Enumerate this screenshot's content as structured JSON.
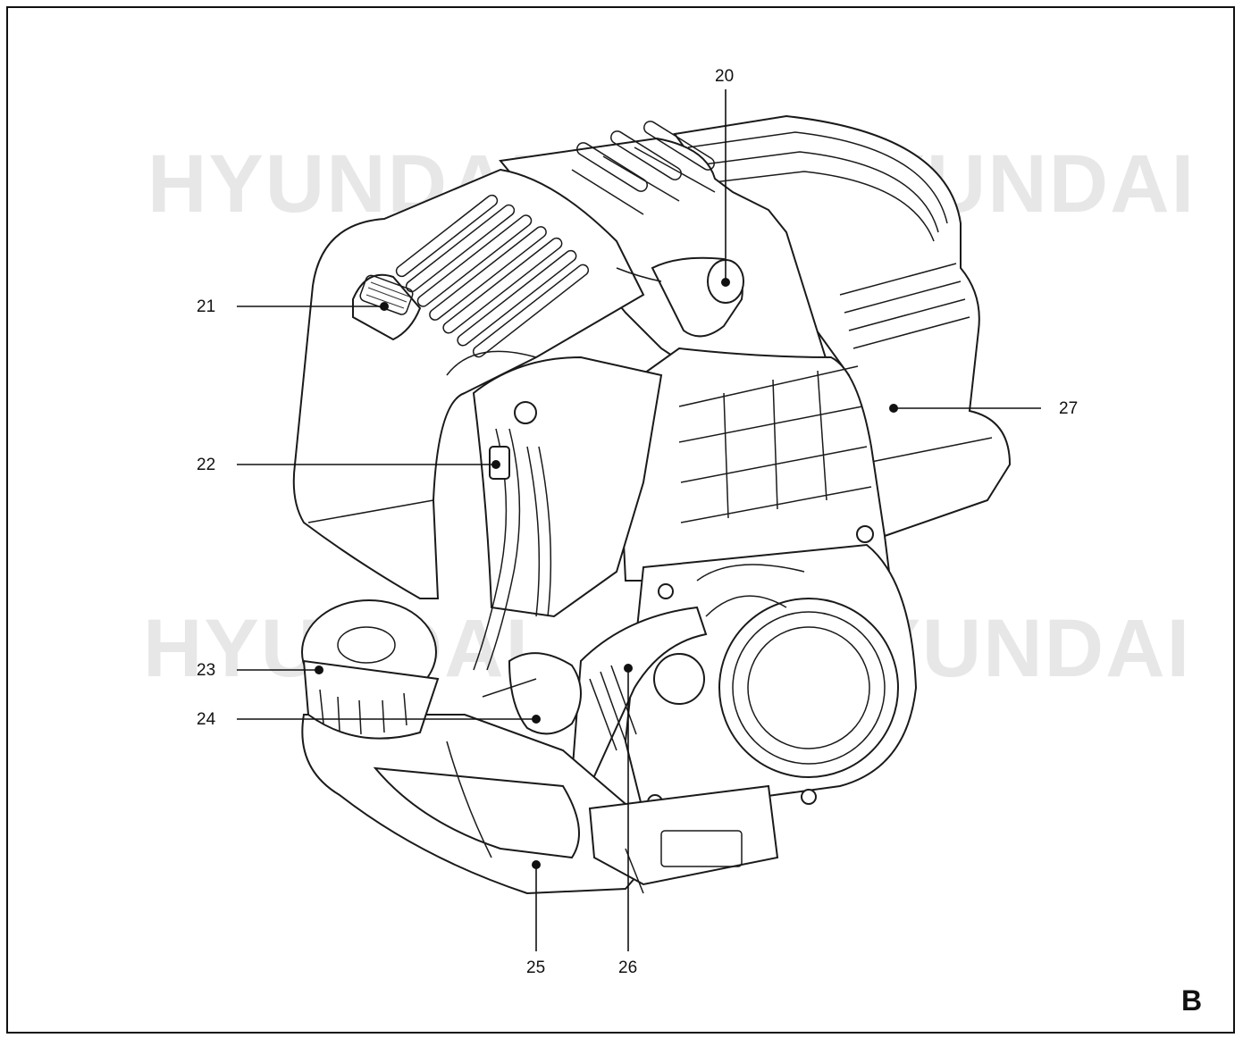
{
  "watermark": {
    "text": "HYUNDAI"
  },
  "figure_label": "B",
  "callouts": [
    "20",
    "21",
    "22",
    "23",
    "24",
    "25",
    "26",
    "27"
  ],
  "colors": {
    "line": "#1a1a1a",
    "watermark": "#e7e7e7",
    "background": "#ffffff"
  }
}
